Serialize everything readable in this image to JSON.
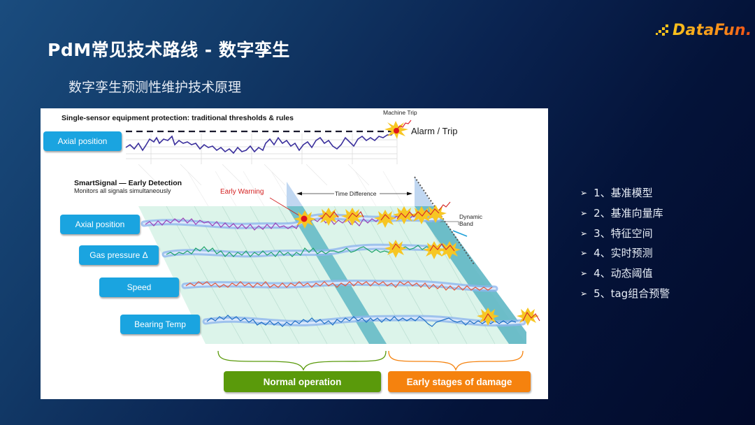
{
  "slide": {
    "title": "PdM常见技术路线 - 数字孪生",
    "subtitle": "数字孪生预测性维护技术原理",
    "logo_text": "DataFun.",
    "logo_colors": [
      "#f8c21c",
      "#f6901b",
      "#ef4b15"
    ],
    "background_colors": [
      "#1a4c7e",
      "#041339"
    ]
  },
  "figure": {
    "top_section": {
      "heading": "Single-sensor equipment protection: traditional thresholds & rules",
      "sensor_label": "Axial position",
      "event_label": "Machine Trip",
      "alarm_label": "Alarm / Trip"
    },
    "smartsignal": {
      "heading": "SmartSignal — Early Detection",
      "subheading": "Monitors all signals simultaneously",
      "early_warning_label": "Early Warning",
      "time_difference_label": "Time Difference",
      "dynamic_band_label_1": "Dynamic",
      "dynamic_band_label_2": "Band",
      "sensors": [
        {
          "label": "Axial position",
          "signal_color": "#9b3fb5"
        },
        {
          "label": "Gas pressure Δ",
          "signal_color": "#1ea46a"
        },
        {
          "label": "Speed",
          "signal_color": "#e4573a"
        },
        {
          "label": "Bearing Temp",
          "signal_color": "#1d6fc4"
        }
      ]
    },
    "stages": {
      "normal": {
        "label": "Normal operation",
        "color": "#5a9a0b"
      },
      "damage": {
        "label": "Early stages of damage",
        "color": "#f5820e"
      }
    },
    "colors": {
      "label_box": "#1aa4e0",
      "plane": "#ddf5ea",
      "band": "#5fb7c4",
      "alarm_dot": "#e0141e"
    }
  },
  "bullets": [
    {
      "icon": "arrow-bullet-icon",
      "text": "1、基准模型"
    },
    {
      "icon": "arrow-bullet-icon",
      "text": "2、基准向量库"
    },
    {
      "icon": "arrow-bullet-icon",
      "text": "3、特征空间"
    },
    {
      "icon": "arrow-bullet-icon",
      "text": "4、实时预测"
    },
    {
      "icon": "arrow-bullet-icon",
      "text": "4、动态阈值"
    },
    {
      "icon": "arrow-bullet-icon",
      "text": "5、tag组合预警"
    }
  ]
}
